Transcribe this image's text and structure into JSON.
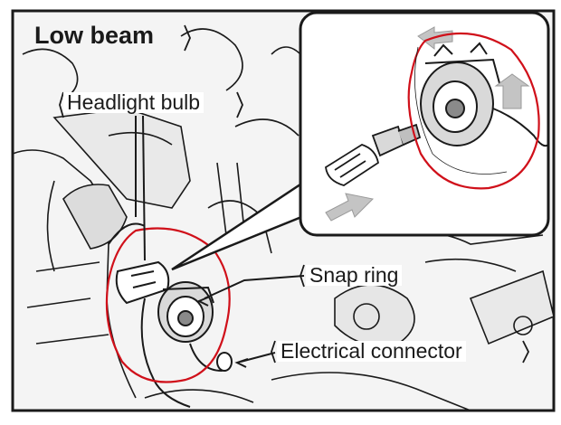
{
  "diagram": {
    "title": "Low beam",
    "callouts": {
      "headlight_bulb": "Headlight bulb",
      "snap_ring": "Snap ring",
      "electrical_connector": "Electrical connector"
    },
    "colors": {
      "ink": "#1a1a1a",
      "paper": "#ffffff",
      "paper_grey": "#f2f2f2",
      "highlight": "#d0101a",
      "arrow_fill": "#bfbfbf"
    },
    "icons": [
      "headlight-bulb-icon",
      "bulb-socket-icon",
      "removal-arrow-icon"
    ]
  }
}
